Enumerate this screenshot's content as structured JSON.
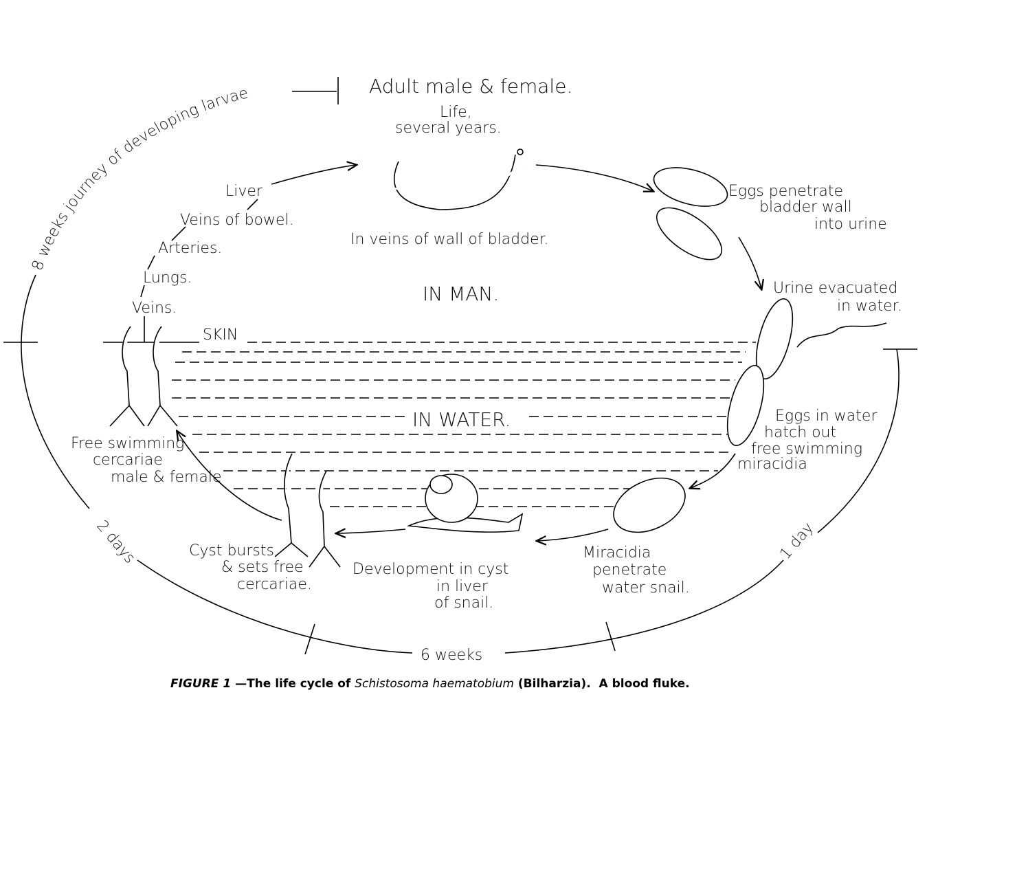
{
  "top": {
    "adult": "Adult male & female.",
    "life": "Life,",
    "years": "several years.",
    "location": "In veins of wall of bladder."
  },
  "journey": {
    "arc_label": "8 weeks journey of developing larvae",
    "steps": [
      "Liver",
      "Veins of bowel.",
      "Arteries.",
      "Lungs.",
      "Veins."
    ]
  },
  "zones": {
    "man": "IN MAN.",
    "skin": "SKIN",
    "water": "IN WATER."
  },
  "eggs_bladder": [
    "Eggs penetrate",
    "bladder wall",
    "into urine"
  ],
  "urine": [
    "Urine evacuated",
    "in water."
  ],
  "hatch": [
    "Eggs in water",
    "hatch out",
    "free swimming",
    "miracidia"
  ],
  "miracidia": [
    "Miracidia",
    "penetrate",
    "water snail."
  ],
  "development": [
    "Development in cyst",
    "in liver",
    "of snail."
  ],
  "cyst": [
    "Cyst bursts",
    "& sets free",
    "cercariae."
  ],
  "cercariae": [
    "Free swimming",
    "cercariae",
    "male & female"
  ],
  "durations": {
    "two_days": "2 days",
    "one_day": "1 day",
    "six_weeks": "6 weeks"
  },
  "caption": {
    "figure": "FIGURE 1",
    "text_a": " —The life cycle of ",
    "species": "Schistosoma haematobium",
    "text_b": " (Bilharzia).  A blood fluke."
  }
}
